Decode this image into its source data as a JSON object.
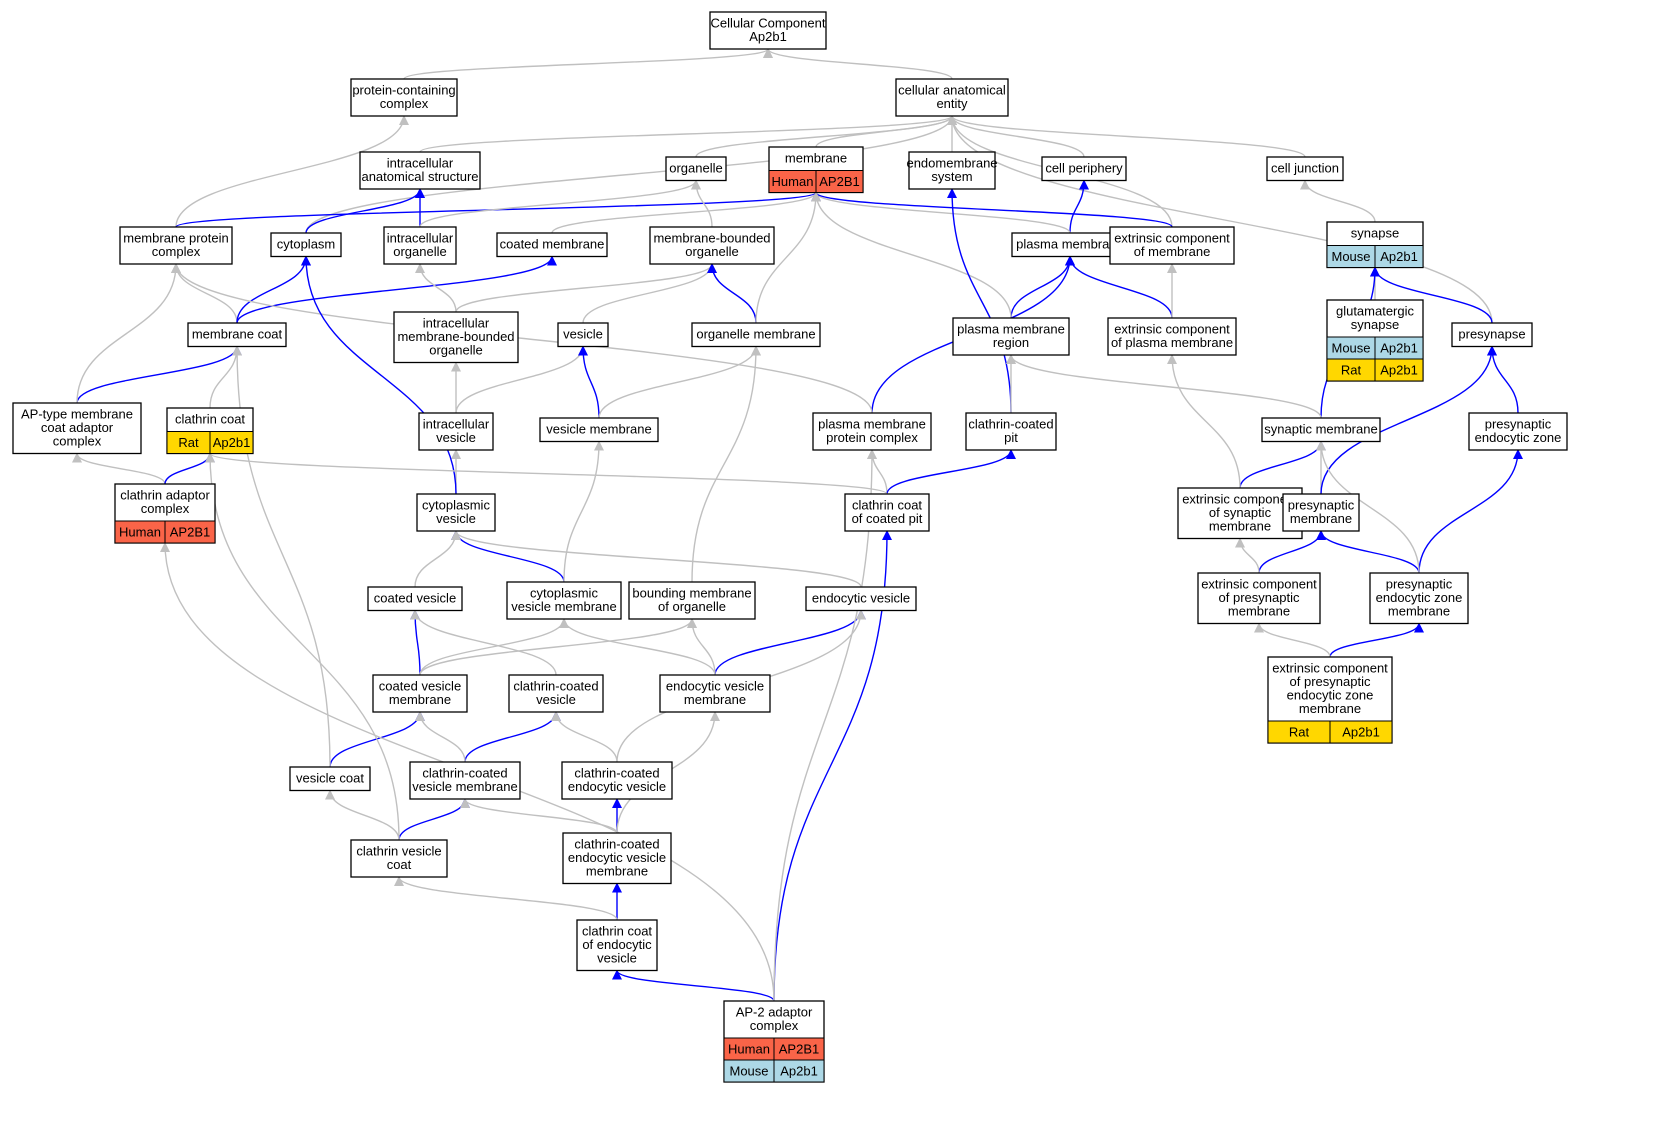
{
  "colors": {
    "human": "#fa6448",
    "mouse": "#add8e6",
    "rat": "#ffd700",
    "relation_edge": "#0000ff",
    "other_edge": "#c0c0c0"
  },
  "nodes": [
    {
      "id": "cc",
      "lines": [
        "Cellular Component",
        "Ap2b1"
      ]
    },
    {
      "id": "pcc",
      "lines": [
        "protein-containing",
        "complex"
      ]
    },
    {
      "id": "cae",
      "lines": [
        "cellular anatomical",
        "entity"
      ]
    },
    {
      "id": "ias",
      "lines": [
        "intracellular",
        "anatomical structure"
      ]
    },
    {
      "id": "org",
      "lines": [
        "organelle"
      ]
    },
    {
      "id": "mem",
      "lines": [
        "membrane"
      ],
      "cells": [
        [
          "Human",
          "AP2B1"
        ]
      ]
    },
    {
      "id": "ems",
      "lines": [
        "endomembrane",
        "system"
      ]
    },
    {
      "id": "cp",
      "lines": [
        "cell periphery"
      ]
    },
    {
      "id": "cj",
      "lines": [
        "cell junction"
      ]
    },
    {
      "id": "mpc",
      "lines": [
        "membrane protein",
        "complex"
      ]
    },
    {
      "id": "cyto",
      "lines": [
        "cytoplasm"
      ]
    },
    {
      "id": "io",
      "lines": [
        "intracellular",
        "organelle"
      ]
    },
    {
      "id": "cm",
      "lines": [
        "coated membrane"
      ]
    },
    {
      "id": "mbo",
      "lines": [
        "membrane-bounded",
        "organelle"
      ]
    },
    {
      "id": "pm",
      "lines": [
        "plasma membrane"
      ]
    },
    {
      "id": "ecm",
      "lines": [
        "extrinsic component",
        "of membrane"
      ]
    },
    {
      "id": "syn",
      "lines": [
        "synapse"
      ],
      "cells": [
        [
          "Mouse",
          "Ap2b1"
        ]
      ]
    },
    {
      "id": "mc",
      "lines": [
        "membrane coat"
      ]
    },
    {
      "id": "imbo",
      "lines": [
        "intracellular",
        "membrane-bounded",
        "organelle"
      ]
    },
    {
      "id": "ves",
      "lines": [
        "vesicle"
      ]
    },
    {
      "id": "om",
      "lines": [
        "organelle membrane"
      ]
    },
    {
      "id": "pmr",
      "lines": [
        "plasma membrane",
        "region"
      ]
    },
    {
      "id": "ecpm",
      "lines": [
        "extrinsic component",
        "of plasma membrane"
      ]
    },
    {
      "id": "gs",
      "lines": [
        "glutamatergic",
        "synapse"
      ],
      "cells": [
        [
          "Mouse",
          "Ap2b1"
        ],
        [
          "Rat",
          "Ap2b1"
        ]
      ]
    },
    {
      "id": "pre",
      "lines": [
        "presynapse"
      ]
    },
    {
      "id": "apt",
      "lines": [
        "AP-type membrane",
        "coat adaptor",
        "complex"
      ]
    },
    {
      "id": "clc",
      "lines": [
        "clathrin coat"
      ],
      "cells": [
        [
          "Rat",
          "Ap2b1"
        ]
      ]
    },
    {
      "id": "iv",
      "lines": [
        "intracellular",
        "vesicle"
      ]
    },
    {
      "id": "vm",
      "lines": [
        "vesicle membrane"
      ]
    },
    {
      "id": "pmpc",
      "lines": [
        "plasma membrane",
        "protein complex"
      ]
    },
    {
      "id": "ccp",
      "lines": [
        "clathrin-coated",
        "pit"
      ]
    },
    {
      "id": "sm",
      "lines": [
        "synaptic membrane"
      ]
    },
    {
      "id": "pez",
      "lines": [
        "presynaptic",
        "endocytic zone"
      ]
    },
    {
      "id": "cac",
      "lines": [
        "clathrin adaptor",
        "complex"
      ],
      "cells": [
        [
          "Human",
          "AP2B1"
        ]
      ]
    },
    {
      "id": "cv",
      "lines": [
        "cytoplasmic",
        "vesicle"
      ]
    },
    {
      "id": "ccop",
      "lines": [
        "clathrin coat",
        "of coated pit"
      ]
    },
    {
      "id": "ecsm",
      "lines": [
        "extrinsic component",
        "of synaptic",
        "membrane"
      ]
    },
    {
      "id": "prem",
      "lines": [
        "presynaptic",
        "membrane"
      ]
    },
    {
      "id": "cov",
      "lines": [
        "coated vesicle"
      ]
    },
    {
      "id": "cvm",
      "lines": [
        "cytoplasmic",
        "vesicle membrane"
      ]
    },
    {
      "id": "bmo",
      "lines": [
        "bounding membrane",
        "of organelle"
      ]
    },
    {
      "id": "ev",
      "lines": [
        "endocytic vesicle"
      ]
    },
    {
      "id": "ecprm",
      "lines": [
        "extrinsic component",
        "of presynaptic",
        "membrane"
      ]
    },
    {
      "id": "pezm",
      "lines": [
        "presynaptic",
        "endocytic zone",
        "membrane"
      ]
    },
    {
      "id": "covm",
      "lines": [
        "coated vesicle",
        "membrane"
      ]
    },
    {
      "id": "clcv",
      "lines": [
        "clathrin-coated",
        "vesicle"
      ]
    },
    {
      "id": "evm",
      "lines": [
        "endocytic vesicle",
        "membrane"
      ]
    },
    {
      "id": "ecpezm",
      "lines": [
        "extrinsic component",
        "of presynaptic",
        "endocytic zone",
        "membrane"
      ],
      "cells": [
        [
          "Rat",
          "Ap2b1"
        ]
      ]
    },
    {
      "id": "vc",
      "lines": [
        "vesicle coat"
      ]
    },
    {
      "id": "ccvm",
      "lines": [
        "clathrin-coated",
        "vesicle membrane"
      ]
    },
    {
      "id": "ccev",
      "lines": [
        "clathrin-coated",
        "endocytic vesicle"
      ]
    },
    {
      "id": "cvc",
      "lines": [
        "clathrin vesicle",
        "coat"
      ]
    },
    {
      "id": "ccevm",
      "lines": [
        "clathrin-coated",
        "endocytic vesicle",
        "membrane"
      ]
    },
    {
      "id": "ccoev",
      "lines": [
        "clathrin coat",
        "of endocytic",
        "vesicle"
      ]
    },
    {
      "id": "ap2",
      "lines": [
        "AP-2 adaptor",
        "complex"
      ],
      "cells": [
        [
          "Human",
          "AP2B1"
        ],
        [
          "Mouse",
          "Ap2b1"
        ]
      ]
    }
  ],
  "edges": [
    [
      "pcc",
      "cc",
      "gray"
    ],
    [
      "cae",
      "cc",
      "gray"
    ],
    [
      "ias",
      "cae",
      "gray"
    ],
    [
      "org",
      "cae",
      "gray"
    ],
    [
      "mem",
      "cae",
      "gray"
    ],
    [
      "ems",
      "cae",
      "gray"
    ],
    [
      "cp",
      "cae",
      "gray"
    ],
    [
      "cj",
      "cae",
      "gray"
    ],
    [
      "ecm",
      "cae",
      "gray"
    ],
    [
      "cyto",
      "cae",
      "gray"
    ],
    [
      "pre",
      "cae",
      "gray"
    ],
    [
      "mpc",
      "pcc",
      "gray"
    ],
    [
      "mpc",
      "mem",
      "blue"
    ],
    [
      "cyto",
      "ias",
      "blue"
    ],
    [
      "io",
      "ias",
      "blue"
    ],
    [
      "io",
      "org",
      "gray"
    ],
    [
      "mbo",
      "org",
      "gray"
    ],
    [
      "cm",
      "mem",
      "gray"
    ],
    [
      "pm",
      "cp",
      "blue"
    ],
    [
      "pm",
      "mem",
      "gray"
    ],
    [
      "ecm",
      "mem",
      "blue"
    ],
    [
      "syn",
      "cj",
      "gray"
    ],
    [
      "mc",
      "mpc",
      "gray"
    ],
    [
      "mc",
      "cyto",
      "blue"
    ],
    [
      "mc",
      "cm",
      "blue"
    ],
    [
      "imbo",
      "io",
      "gray"
    ],
    [
      "imbo",
      "mbo",
      "gray"
    ],
    [
      "ves",
      "mbo",
      "gray"
    ],
    [
      "om",
      "mbo",
      "blue"
    ],
    [
      "om",
      "mem",
      "gray"
    ],
    [
      "pmr",
      "pm",
      "blue"
    ],
    [
      "pmr",
      "mem",
      "gray"
    ],
    [
      "ecpm",
      "pm",
      "blue"
    ],
    [
      "ecpm",
      "ecm",
      "gray"
    ],
    [
      "gs",
      "syn",
      "gray"
    ],
    [
      "pre",
      "syn",
      "blue"
    ],
    [
      "apt",
      "mc",
      "blue"
    ],
    [
      "apt",
      "mpc",
      "gray"
    ],
    [
      "clc",
      "mc",
      "gray"
    ],
    [
      "iv",
      "imbo",
      "gray"
    ],
    [
      "iv",
      "ves",
      "gray"
    ],
    [
      "vm",
      "ves",
      "blue"
    ],
    [
      "vm",
      "om",
      "gray"
    ],
    [
      "pmpc",
      "pm",
      "blue"
    ],
    [
      "pmpc",
      "mpc",
      "gray"
    ],
    [
      "ccp",
      "ems",
      "blue"
    ],
    [
      "ccp",
      "pmr",
      "gray"
    ],
    [
      "sm",
      "syn",
      "blue"
    ],
    [
      "sm",
      "pmr",
      "gray"
    ],
    [
      "pez",
      "pre",
      "blue"
    ],
    [
      "cac",
      "apt",
      "gray"
    ],
    [
      "cac",
      "clc",
      "blue"
    ],
    [
      "cv",
      "iv",
      "gray"
    ],
    [
      "cv",
      "cyto",
      "blue"
    ],
    [
      "ccop",
      "pmpc",
      "gray"
    ],
    [
      "ccop",
      "ccp",
      "blue"
    ],
    [
      "ccop",
      "clc",
      "gray"
    ],
    [
      "ecsm",
      "sm",
      "blue"
    ],
    [
      "ecsm",
      "ecpm",
      "gray"
    ],
    [
      "prem",
      "sm",
      "gray"
    ],
    [
      "prem",
      "pre",
      "blue"
    ],
    [
      "cov",
      "cv",
      "gray"
    ],
    [
      "cvm",
      "cv",
      "blue"
    ],
    [
      "cvm",
      "vm",
      "gray"
    ],
    [
      "bmo",
      "om",
      "gray"
    ],
    [
      "ev",
      "cv",
      "gray"
    ],
    [
      "ecprm",
      "prem",
      "blue"
    ],
    [
      "ecprm",
      "ecsm",
      "gray"
    ],
    [
      "pezm",
      "prem",
      "blue"
    ],
    [
      "pezm",
      "pez",
      "blue"
    ],
    [
      "pezm",
      "sm",
      "gray"
    ],
    [
      "covm",
      "cov",
      "blue"
    ],
    [
      "covm",
      "cvm",
      "gray"
    ],
    [
      "covm",
      "bmo",
      "gray"
    ],
    [
      "clcv",
      "cov",
      "gray"
    ],
    [
      "evm",
      "ev",
      "blue"
    ],
    [
      "evm",
      "cvm",
      "gray"
    ],
    [
      "evm",
      "bmo",
      "gray"
    ],
    [
      "ecpezm",
      "pezm",
      "blue"
    ],
    [
      "ecpezm",
      "ecprm",
      "gray"
    ],
    [
      "vc",
      "covm",
      "blue"
    ],
    [
      "vc",
      "mc",
      "gray"
    ],
    [
      "ccvm",
      "clcv",
      "blue"
    ],
    [
      "ccvm",
      "covm",
      "gray"
    ],
    [
      "ccev",
      "clcv",
      "gray"
    ],
    [
      "ccev",
      "ev",
      "gray"
    ],
    [
      "cvc",
      "ccvm",
      "blue"
    ],
    [
      "cvc",
      "vc",
      "gray"
    ],
    [
      "cvc",
      "clc",
      "gray"
    ],
    [
      "ccevm",
      "ccev",
      "blue"
    ],
    [
      "ccevm",
      "ccvm",
      "gray"
    ],
    [
      "ccevm",
      "evm",
      "gray"
    ],
    [
      "ccoev",
      "ccevm",
      "blue"
    ],
    [
      "ccoev",
      "cvc",
      "gray"
    ],
    [
      "ap2",
      "ccoev",
      "blue"
    ],
    [
      "ap2",
      "ccop",
      "blue"
    ],
    [
      "ap2",
      "cac",
      "gray"
    ],
    [
      "ap2",
      "pmpc",
      "gray"
    ]
  ]
}
